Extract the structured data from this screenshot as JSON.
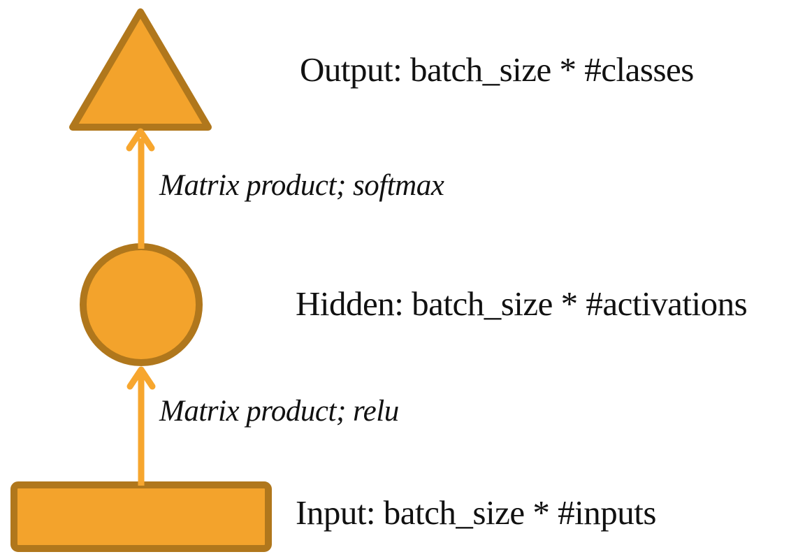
{
  "colors": {
    "background": "#FFFFFF",
    "shape_fill": "#F3A32C",
    "shape_border": "#B0771C",
    "arrow": "#F7A62E",
    "text": "#111111"
  },
  "diagram": {
    "type": "neural-network-layer-diagram",
    "nodes": [
      {
        "id": "output",
        "shape": "triangle",
        "label": "Output: batch_size * #classes"
      },
      {
        "id": "hidden",
        "shape": "circle",
        "label": "Hidden: batch_size * #activations"
      },
      {
        "id": "input",
        "shape": "rectangle",
        "label": "Input: batch_size * #inputs"
      }
    ],
    "edges": [
      {
        "from": "hidden",
        "to": "output",
        "label": "Matrix product; softmax"
      },
      {
        "from": "input",
        "to": "hidden",
        "label": "Matrix product; relu"
      }
    ]
  }
}
